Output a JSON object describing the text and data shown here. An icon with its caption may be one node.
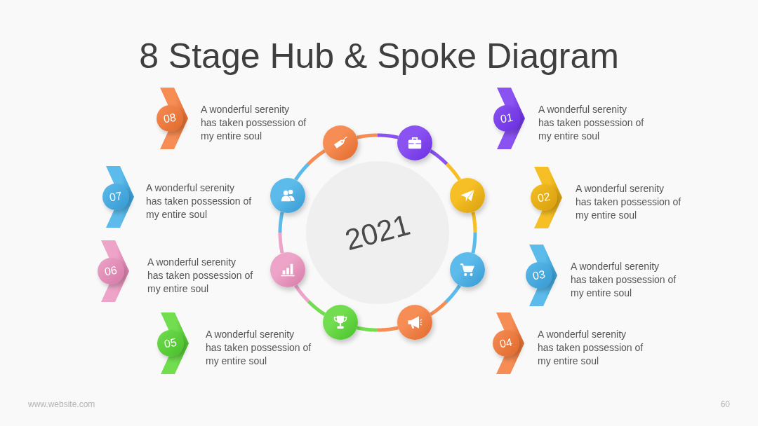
{
  "diagram": {
    "title": "8 Stage Hub & Spoke Diagram",
    "nodes": [
      {
        "text": [
          "01"
        ],
        "beside": [
          "A wonderful serenity has taken possession of my entire soul"
        ]
      },
      {
        "text": [
          "02"
        ],
        "beside": [
          "A wonderful serenity has taken possession of my entire soul"
        ]
      },
      {
        "text": [
          "03"
        ],
        "beside": [
          "A wonderful serenity has taken possession of my entire soul"
        ]
      },
      {
        "text": [
          "04"
        ],
        "beside": [
          "A wonderful serenity has taken possession of my entire soul"
        ]
      },
      {
        "text": [
          "05"
        ],
        "beside": [
          "A wonderful serenity has taken possession of my entire soul"
        ]
      },
      {
        "text": [
          "06"
        ],
        "beside": [
          "A wonderful serenity has taken possession of my entire soul"
        ]
      },
      {
        "text": [
          "07"
        ],
        "beside": [
          "A wonderful serenity has taken possession of my entire soul"
        ]
      },
      {
        "text": [
          "08"
        ],
        "beside": [
          "A wonderful serenity has taken possession of my entire soul"
        ]
      },
      {
        "text": [
          "2021"
        ]
      },
      {
        "text": [],
        "shape": "circle"
      },
      {
        "text": [],
        "shape": "circle"
      },
      {
        "text": [],
        "shape": "circle"
      },
      {
        "text": [],
        "shape": "circle"
      },
      {
        "text": [],
        "shape": "circle"
      },
      {
        "text": [],
        "shape": "circle"
      },
      {
        "text": [],
        "shape": "circle"
      },
      {
        "text": [],
        "shape": "circle"
      }
    ],
    "edges": [
      {
        "from": 9,
        "to": 10,
        "arrow": "none"
      },
      {
        "from": 10,
        "to": 12,
        "arrow": "none"
      },
      {
        "from": 12,
        "to": 14,
        "arrow": "none"
      },
      {
        "from": 14,
        "to": 16,
        "arrow": "none"
      },
      {
        "from": 16,
        "to": 15,
        "arrow": "none"
      },
      {
        "from": 15,
        "to": 13,
        "arrow": "none"
      },
      {
        "from": 13,
        "to": 11,
        "arrow": "none"
      },
      {
        "from": 11,
        "to": 9,
        "arrow": "none"
      }
    ],
    "labels": [
      "www.website.com",
      "60"
    ]
  }
}
